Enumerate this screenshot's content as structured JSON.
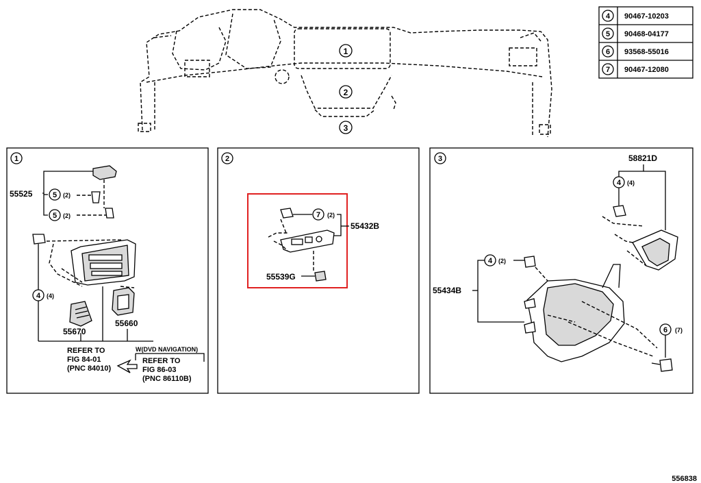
{
  "figure_id": "556838",
  "dash_callouts": [
    "1",
    "2",
    "3"
  ],
  "legend": [
    {
      "num": "4",
      "part": "90467-10203"
    },
    {
      "num": "5",
      "part": "90468-04177"
    },
    {
      "num": "6",
      "part": "93568-55016"
    },
    {
      "num": "7",
      "part": "90467-12080"
    }
  ],
  "panel1": {
    "num": "1",
    "parts": {
      "a": "55525",
      "b": "55670",
      "c": "55660"
    },
    "callouts": [
      {
        "num": "5",
        "qty": "(2)"
      },
      {
        "num": "5",
        "qty": "(2)"
      },
      {
        "num": "4",
        "qty": "(4)"
      }
    ],
    "ref1": [
      "REFER TO",
      "FIG 84-01",
      "(PNC 84010)"
    ],
    "ref2_header": "W(DVD NAVIGATION)",
    "ref2": [
      "REFER TO",
      "FIG 86-03",
      "(PNC 86110B)"
    ]
  },
  "panel2": {
    "num": "2",
    "parts": {
      "a": "55432B",
      "b": "55539G"
    },
    "callout": {
      "num": "7",
      "qty": "(2)"
    },
    "highlight_color": "#e02020"
  },
  "panel3": {
    "num": "3",
    "parts": {
      "a": "58821D",
      "b": "55434B"
    },
    "callouts": [
      {
        "num": "4",
        "qty": "(4)"
      },
      {
        "num": "4",
        "qty": "(2)"
      },
      {
        "num": "6",
        "qty": "(7)"
      }
    ]
  }
}
